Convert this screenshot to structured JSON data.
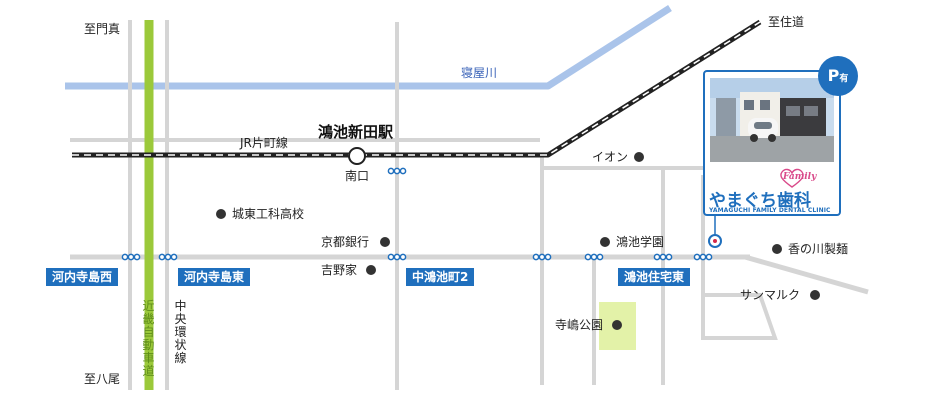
{
  "map": {
    "colors": {
      "road": "#d5d5d5",
      "river": "#aac4ea",
      "expressway": "#9bc93a",
      "railway": "#222222",
      "accent_blue": "#1f6fbd",
      "park": "#e3f2a8"
    },
    "directions": {
      "north_left": "至門真",
      "south_left": "至八尾",
      "northeast": "至住道"
    },
    "river": "寝屋川",
    "railway": {
      "line_name": "JR片町線",
      "station": "鴻池新田駅",
      "exit": "南口"
    },
    "roads": {
      "expressway": "近畿自動車道",
      "chuo_kanjo": "中央環状線"
    },
    "bus_stops": {
      "kawachi_west": "河内寺島西",
      "kawachi_east": "河内寺島東",
      "nakakonoike": "中鴻池町2",
      "konoike_jutaku": "鴻池住宅東"
    },
    "landmarks": {
      "aeon": "イオン",
      "joto_high": "城東工科高校",
      "kyoto_bank": "京都銀行",
      "yoshinoya": "吉野家",
      "konoike_gakuen": "鴻池学園",
      "kaori_noodle": "香の川製麺",
      "sunmarc": "サンマルク",
      "terashima_park": "寺嶋公園"
    },
    "clinic": {
      "name": "やまぐち歯科",
      "name_en": "YAMAGUCHI FAMILY DENTAL CLINIC",
      "family_mark": "Family",
      "parking": "P",
      "parking_note": "有"
    }
  }
}
